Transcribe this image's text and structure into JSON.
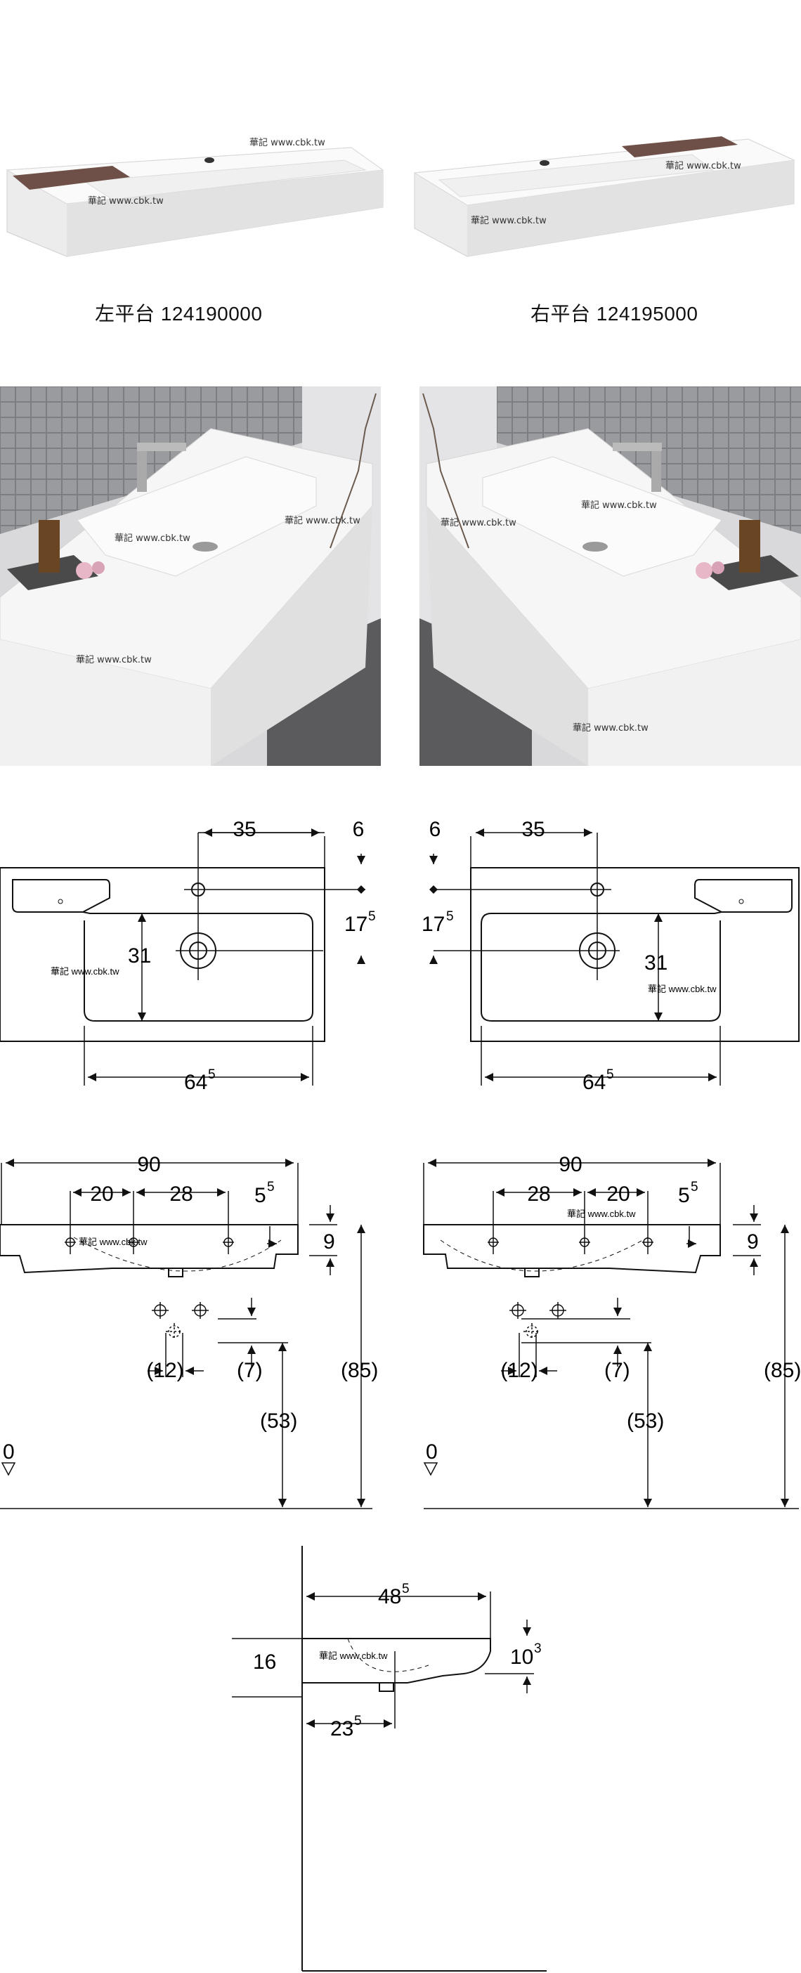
{
  "products": [
    {
      "label": "左平台 124190000"
    },
    {
      "label": "右平台 124195000"
    }
  ],
  "watermark": "華記 www.cbk.tw",
  "dims_top_left": {
    "d35": "35",
    "d6": "6",
    "d17": "17",
    "d17sup": "5",
    "d31": "31",
    "d64": "64",
    "d64sup": "5"
  },
  "dims_top_right": {
    "d35": "35",
    "d6": "6",
    "d17": "17",
    "d17sup": "5",
    "d31": "31",
    "d64": "64",
    "d64sup": "5"
  },
  "dims_front_left": {
    "d90": "90",
    "dA": "20",
    "dB": "28",
    "d5": "5",
    "d5sup": "5",
    "d9": "9",
    "d12": "(12)",
    "d7": "(7)",
    "d53": "(53)",
    "d85": "(85)",
    "zero": "0"
  },
  "dims_front_right": {
    "d90": "90",
    "dA": "28",
    "dB": "20",
    "d5": "5",
    "d5sup": "5",
    "d9": "9",
    "d12": "(12)",
    "d7": "(7)",
    "d53": "(53)",
    "d85": "(85)",
    "zero": "0"
  },
  "dims_side": {
    "d48": "48",
    "d48sup": "5",
    "d16": "16",
    "d10": "10",
    "d10sup": "3",
    "d23": "23",
    "d23sup": "5"
  },
  "colors": {
    "tray": "#6e5048",
    "ceramic": "#f7f7f7",
    "outline": "#111111",
    "tile": "#8c8c8f"
  }
}
